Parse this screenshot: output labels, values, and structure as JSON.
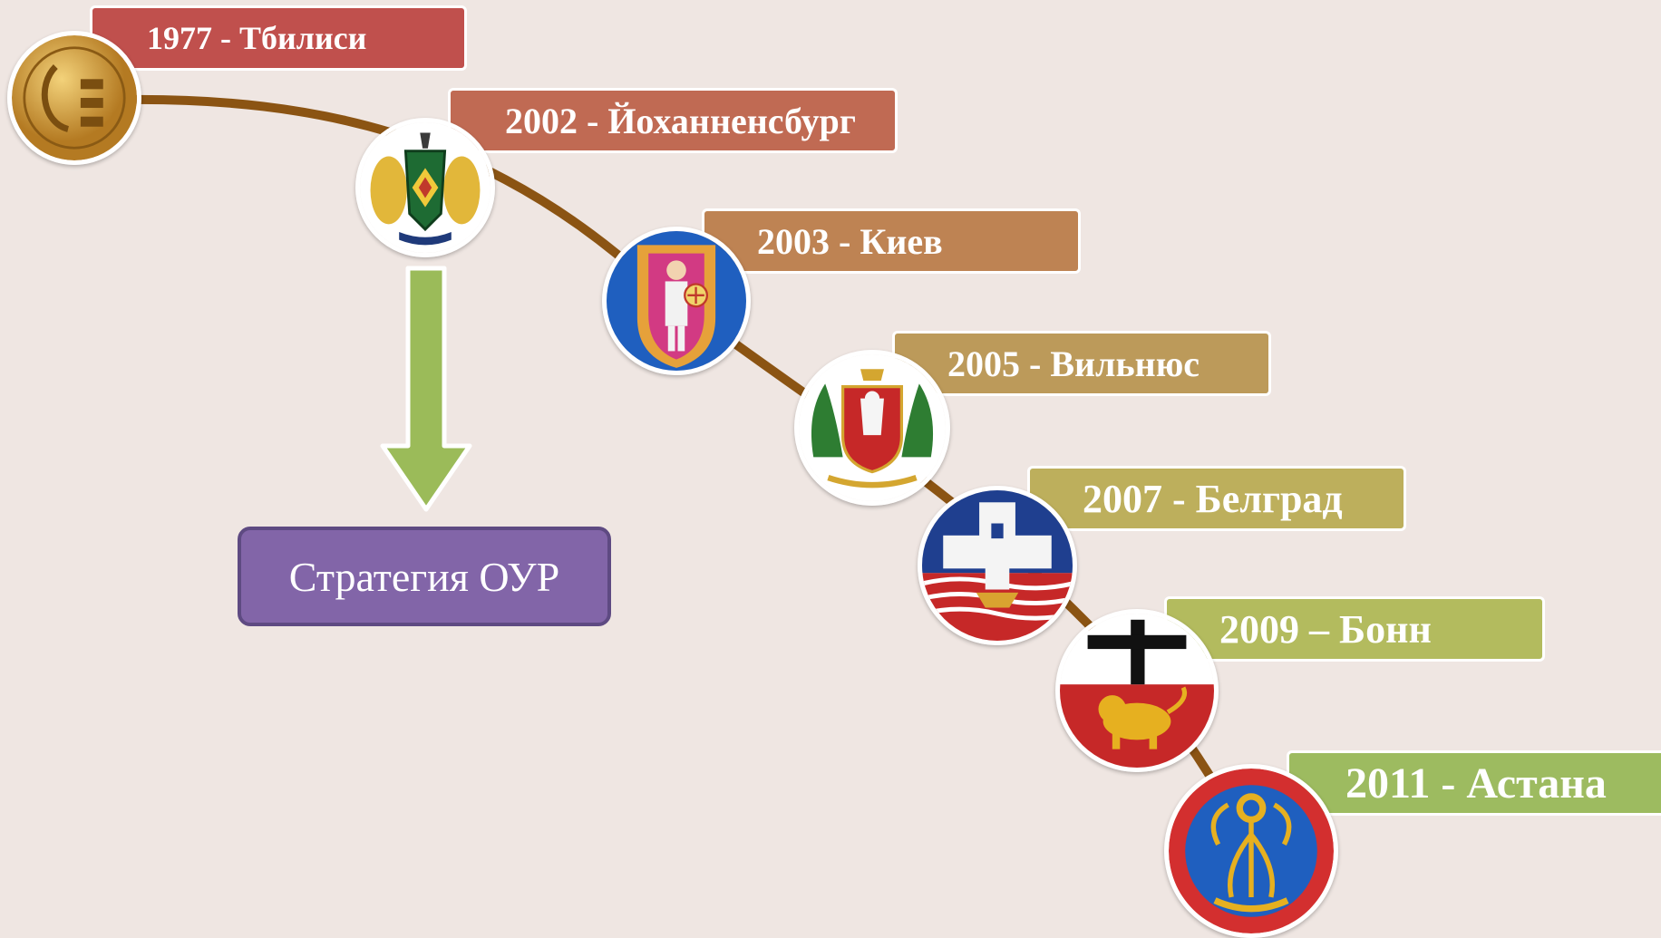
{
  "timeline": {
    "line_color": "#8b5413",
    "events": [
      {
        "label": "1977 - Тбилиси",
        "color": "#c0504d",
        "emblem_icon": "tbilisi-medal-icon"
      },
      {
        "label": "2002 - Йоханненсбург",
        "color": "#c06a53",
        "emblem_icon": "johannesburg-coat-of-arms-icon"
      },
      {
        "label": "2003 - Киев",
        "color": "#be8353",
        "emblem_icon": "kyiv-coat-of-arms-icon"
      },
      {
        "label": "2005 - Вильнюс",
        "color": "#bc9a5a",
        "emblem_icon": "vilnius-coat-of-arms-icon"
      },
      {
        "label": "2007 - Белград",
        "color": "#bdaf5c",
        "emblem_icon": "belgrade-coat-of-arms-icon"
      },
      {
        "label": "2009 – Бонн",
        "color": "#b3bb5e",
        "emblem_icon": "bonn-coat-of-arms-icon"
      },
      {
        "label": "2011 - Астана",
        "color": "#9dbb60",
        "emblem_icon": "astana-emblem-icon"
      }
    ]
  },
  "strategy": {
    "label": "Стратегия ОУР",
    "color": "#8265a8",
    "arrow_color": "#9bbb59"
  }
}
